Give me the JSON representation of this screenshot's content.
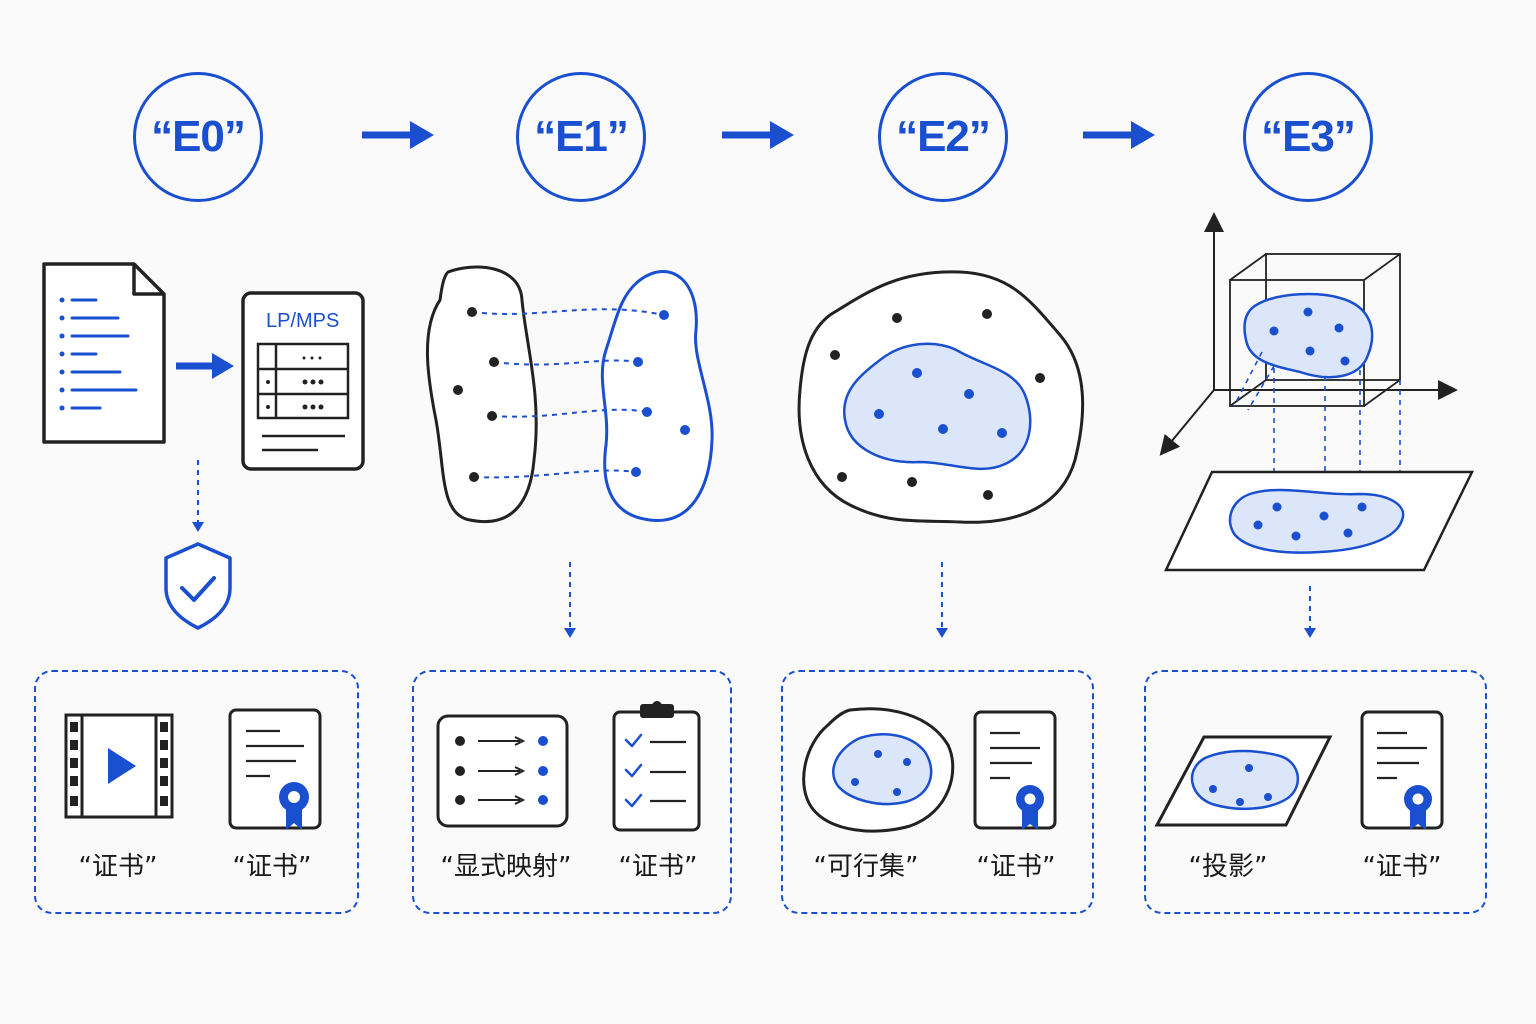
{
  "stages": [
    {
      "label": "“E0”"
    },
    {
      "label": "“E1”"
    },
    {
      "label": "“E2”"
    },
    {
      "label": "“E3”"
    }
  ],
  "e0": {
    "doc_title": "LP/MPS"
  },
  "boxes": [
    {
      "left_label": "“证书”",
      "right_label": "“证书”"
    },
    {
      "left_label": "“显式映射”",
      "right_label": "“证书”"
    },
    {
      "left_label": "“可行集”",
      "right_label": "“证书”"
    },
    {
      "left_label": "“投影”",
      "right_label": "“证书”"
    }
  ],
  "colors": {
    "accent": "#1a4fd0",
    "fill": "#dbe6fb",
    "ink": "#222222"
  },
  "icons": [
    "document-icon",
    "lp-mps-file-icon",
    "shield-check-icon",
    "video-icon",
    "certificate-icon",
    "mapping-list-icon",
    "clipboard-checklist-icon",
    "feasible-set-icon",
    "projection-icon"
  ]
}
